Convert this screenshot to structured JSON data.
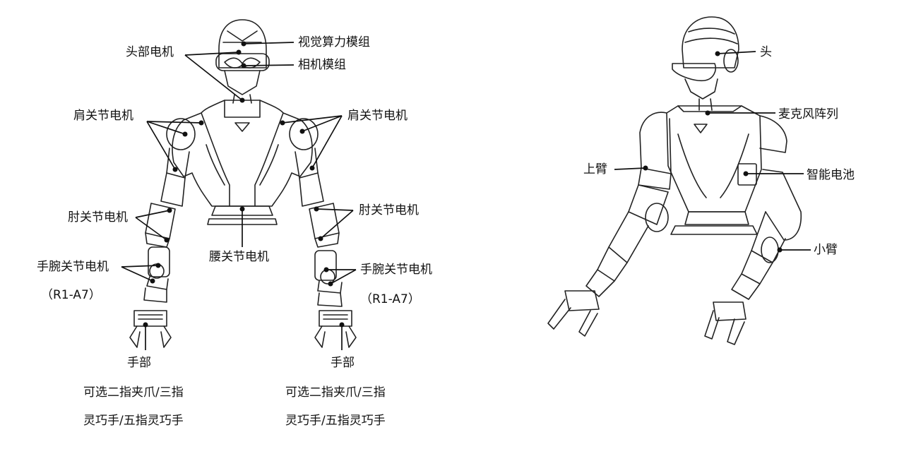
{
  "front_view": {
    "labels": {
      "vision_module": "视觉算力模组",
      "head_motor": "头部电机",
      "camera_module": "相机模组",
      "shoulder_motor_left": "肩关节电机",
      "shoulder_motor_right": "肩关节电机",
      "elbow_motor_left": "肘关节电机",
      "elbow_motor_right": "肘关节电机",
      "wrist_motor_left": "手腕关节电机",
      "wrist_motor_right": "手腕关节电机",
      "wrist_model_left": "（R1-A7）",
      "wrist_model_right": "（R1-A7）",
      "waist_motor": "腰关节电机",
      "hand_left": "手部",
      "hand_right": "手部"
    },
    "hand_options": {
      "left_line1": "可选二指夹爪/三指",
      "left_line2": "灵巧手/五指灵巧手",
      "right_line1": "可选二指夹爪/三指",
      "right_line2": "灵巧手/五指灵巧手"
    }
  },
  "side_view": {
    "labels": {
      "head": "头",
      "mic_array": "麦克风阵列",
      "upper_arm": "上臂",
      "smart_battery": "智能电池",
      "forearm": "小臂"
    }
  }
}
